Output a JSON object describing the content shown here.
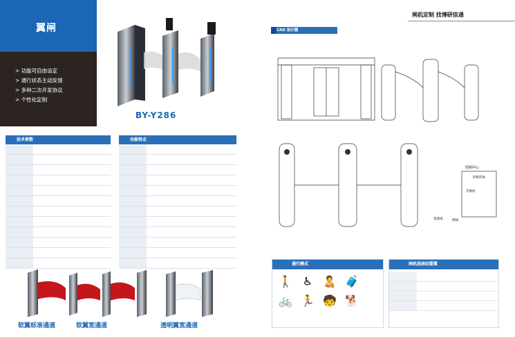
{
  "brand": {
    "title": "翼闸",
    "right_header": "闸机定制 找博研信通"
  },
  "features": [
    "> 功能可自由设定",
    "> 通行状态主动反馈",
    "> 多种二次开发协议",
    "> 个性化定制"
  ],
  "model": "BY-Y286",
  "specs": {
    "header": "技术参数",
    "rows": [
      {
        "k": "",
        "v": ""
      },
      {
        "k": "",
        "v": ""
      },
      {
        "k": "",
        "v": ""
      },
      {
        "k": "",
        "v": ""
      },
      {
        "k": "",
        "v": ""
      },
      {
        "k": "",
        "v": ""
      },
      {
        "k": "",
        "v": ""
      },
      {
        "k": "",
        "v": ""
      },
      {
        "k": "",
        "v": ""
      },
      {
        "k": "",
        "v": ""
      },
      {
        "k": "",
        "v": ""
      },
      {
        "k": "",
        "v": ""
      }
    ]
  },
  "functions": {
    "header": "功能特点",
    "rows": [
      {
        "k": "",
        "v": ""
      },
      {
        "k": "",
        "v": ""
      },
      {
        "k": "",
        "v": ""
      },
      {
        "k": "",
        "v": ""
      },
      {
        "k": "",
        "v": ""
      },
      {
        "k": "",
        "v": ""
      },
      {
        "k": "",
        "v": ""
      },
      {
        "k": "",
        "v": ""
      },
      {
        "k": "",
        "v": ""
      },
      {
        "k": "",
        "v": ""
      },
      {
        "k": "",
        "v": "",
        "red": true
      },
      {
        "k": "",
        "v": "",
        "red": true
      }
    ]
  },
  "captions": {
    "left": "软翼标准通道",
    "mid": "软翼宽通道",
    "right": "透明翼宽通道"
  },
  "cad": {
    "tag": "CAD 设计图",
    "labels": {
      "control_center": "控制中心",
      "control_panel": "控制开关",
      "switch": "交换机",
      "power": "电源线",
      "network": "网线"
    }
  },
  "pass_mode": {
    "header": "通行模式"
  },
  "selection": {
    "header": "闸机选择四要素",
    "rows": [
      {
        "k": "",
        "v": ""
      },
      {
        "k": "",
        "v": ""
      },
      {
        "k": "",
        "v": ""
      },
      {
        "k": "",
        "v": ""
      }
    ]
  },
  "colors": {
    "primary": "#1b66b5",
    "dark": "#2b2421",
    "accent_red": "#d0202a"
  }
}
